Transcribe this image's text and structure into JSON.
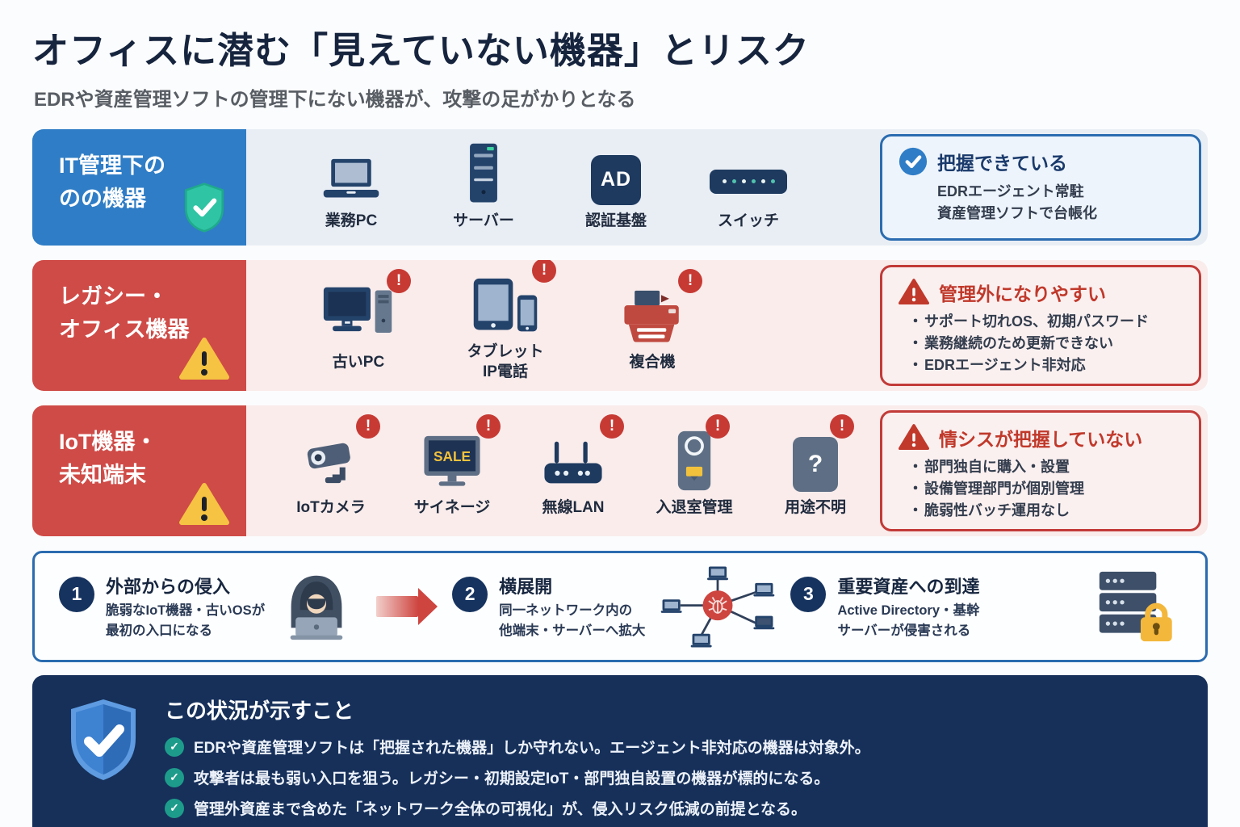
{
  "header": {
    "title": "オフィスに潜む「見えていない機器」とリスク",
    "subtitle": "EDRや資産管理ソフトの管理下にない機器が、攻撃の足がかりとなる"
  },
  "rows": [
    {
      "label_line1": "IT管理下の",
      "label_line2": "のの機器",
      "devices": [
        {
          "label": "業務PC"
        },
        {
          "label": "サーバー"
        },
        {
          "label": "認証基盤",
          "icon_text": "AD"
        },
        {
          "label": "スイッチ"
        }
      ],
      "info": {
        "title": "把握できている",
        "items": [
          "EDRエージェント常駐",
          "資産管理ソフトで台帳化"
        ]
      }
    },
    {
      "label_line1": "レガシー・",
      "label_line2": "オフィス機器",
      "devices": [
        {
          "label": "古いPC"
        },
        {
          "label": "タブレット",
          "label2": "IP電話"
        },
        {
          "label": "複合機"
        }
      ],
      "info": {
        "title": "管理外になりやすい",
        "items": [
          "サポート切れOS、初期パスワード",
          "業務継続のため更新できない",
          "EDRエージェント非対応"
        ]
      }
    },
    {
      "label_line1": "IoT機器・",
      "label_line2": "未知端末",
      "devices": [
        {
          "label": "IoTカメラ"
        },
        {
          "label": "サイネージ",
          "icon_text": "SALE"
        },
        {
          "label": "無線LAN"
        },
        {
          "label": "入退室管理"
        },
        {
          "label": "用途不明",
          "icon_text": "?"
        }
      ],
      "info": {
        "title": "情シスが把握していない",
        "items": [
          "部門独自に購入・設置",
          "設備管理部門が個別管理",
          "脆弱性バッチ運用なし"
        ]
      }
    }
  ],
  "flow": {
    "steps": [
      {
        "num": "1",
        "title": "外部からの侵入",
        "line1": "脆弱なIoT機器・古いOSが",
        "line2": "最初の入口になる"
      },
      {
        "num": "2",
        "title": "横展開",
        "line1": "同一ネットワーク内の",
        "line2": "他端末・サーバーへ拡大"
      },
      {
        "num": "3",
        "title": "重要資産への到達",
        "line1": "Active Directory・基幹",
        "line2": "サーバーが侵害される"
      }
    ]
  },
  "summary": {
    "title": "この状況が示すこと",
    "check": "✓",
    "points": [
      "EDRや資産管理ソフトは「把握された機器」しか守れない。エージェント非対応の機器は対象外。",
      "攻撃者は最も弱い入口を狙う。レガシー・初期設定IoT・部門独自設置の機器が標的になる。",
      "管理外資産まで含めた「ネットワーク全体の可視化」が、侵入リスク低減の前提となる。"
    ]
  },
  "badges": {
    "alert": "!"
  },
  "colors": {
    "accent_blue": "#2F7DC6",
    "accent_red": "#CF4B47",
    "navy": "#16305A",
    "teal": "#1E9C8B",
    "warn_yellow": "#F6C343",
    "border_blue": "#2B6CB0",
    "border_red": "#C23B38"
  }
}
